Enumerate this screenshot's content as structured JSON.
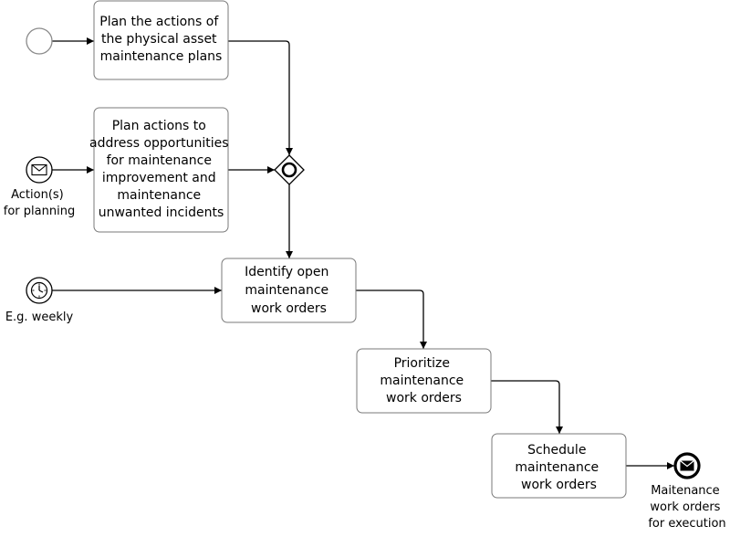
{
  "colors": {
    "stroke": "#000000",
    "task_border": "#7a7a7a",
    "background": "#ffffff"
  },
  "events": {
    "start_plain": {
      "icon": "circle-icon"
    },
    "start_message": {
      "icon": "envelope-icon",
      "label_lines": [
        "Action(s)",
        "for planning"
      ]
    },
    "start_timer": {
      "icon": "clock-icon",
      "label_lines": [
        "E.g. weekly"
      ]
    },
    "end_message": {
      "icon": "envelope-filled-icon",
      "label_lines": [
        "Maitenance",
        "work orders",
        "for execution"
      ]
    }
  },
  "gateway": {
    "icon": "inclusive-gateway-icon"
  },
  "tasks": {
    "plan_actions": {
      "lines": [
        "Plan the actions of",
        "the physical asset",
        "maintenance plans"
      ]
    },
    "plan_opportunities": {
      "lines": [
        "Plan actions to",
        "address opportunities",
        "for maintenance",
        "improvement and",
        "maintenance",
        "unwanted incidents"
      ]
    },
    "identify": {
      "lines": [
        "Identify open",
        "maintenance",
        "work orders"
      ]
    },
    "prioritize": {
      "lines": [
        "Prioritize",
        "maintenance",
        "work orders"
      ]
    },
    "schedule": {
      "lines": [
        "Schedule",
        "maintenance",
        "work orders"
      ]
    }
  }
}
